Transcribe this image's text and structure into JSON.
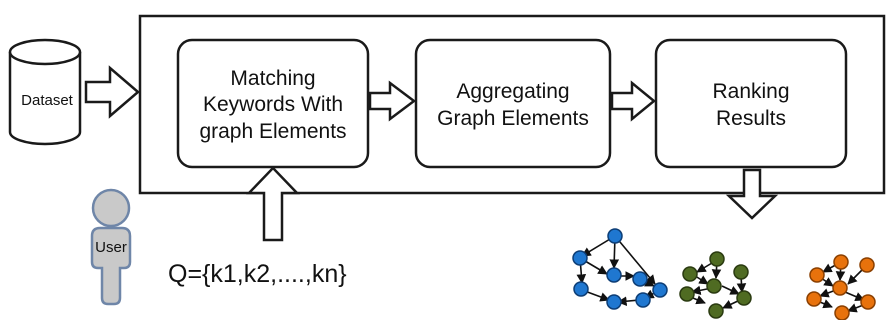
{
  "dataset": {
    "label": "Dataset"
  },
  "user": {
    "label": "User"
  },
  "query": {
    "text": "Q={k1,k2,....,kn}"
  },
  "steps": [
    {
      "line1": "Matching",
      "line2": "Keywords With",
      "line3": "graph Elements"
    },
    {
      "line1": "Aggregating",
      "line2": "Graph Elements"
    },
    {
      "line1": "Ranking",
      "line2": "Results"
    }
  ],
  "colors": {
    "stroke": "#1a1a1a",
    "user_fill": "#c9c9c9",
    "user_stroke": "#6f86a8",
    "graph_blue": "#1f77d0",
    "graph_green": "#4f6b22",
    "graph_orange": "#e8720c"
  }
}
